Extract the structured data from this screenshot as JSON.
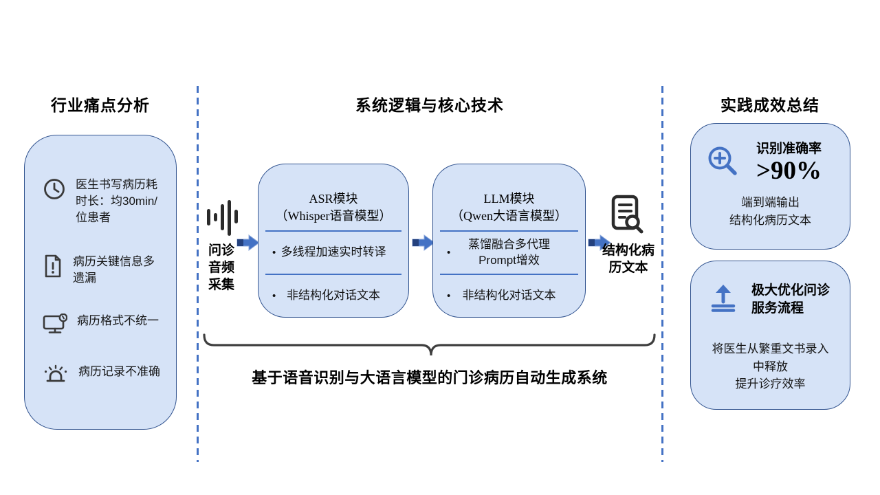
{
  "colors": {
    "accent_blue": "#4472C4",
    "panel_fill": "#D6E3F7",
    "panel_border": "#31538F",
    "arrow_tail": "#24417E",
    "dark_icon": "#3A3A3A"
  },
  "left_panel": {
    "title": "行业痛点分析",
    "items": [
      {
        "icon": "clock-icon",
        "text": "医生书写病历耗时长：均30min/位患者"
      },
      {
        "icon": "document-alert-icon",
        "text": "病历关键信息多遗漏"
      },
      {
        "icon": "monitor-clock-icon",
        "text": "病历格式不统一"
      },
      {
        "icon": "alarm-icon",
        "text": "病历记录不准确"
      }
    ]
  },
  "center_panel": {
    "title": "系统逻辑与核心技术",
    "bullet_marker": "•",
    "input_label": "问诊音频采集",
    "modules": [
      {
        "title": "ASR模块",
        "subtitle": "（Whisper语音模型）",
        "bullets": [
          "多线程加速实时转译",
          "非结构化对话文本"
        ]
      },
      {
        "title": "LLM模块",
        "subtitle": "（Qwen大语言模型）",
        "bullets": [
          "蒸馏融合多代理Prompt增效",
          "非结构化对话文本"
        ]
      }
    ],
    "output_label": "结构化病历文本",
    "caption": "基于语音识别与大语言模型的门诊病历自动生成系统"
  },
  "right_panel": {
    "title": "实践成效总结",
    "cards": [
      {
        "icon": "zoom-in-icon",
        "heading": "识别准确率",
        "metric": ">90%",
        "description": "端到端输出\n结构化病历文本"
      },
      {
        "icon": "upload-icon",
        "heading": "极大优化问诊服务流程",
        "description": "将医生从繁重文书录入\n中释放\n提升诊疗效率"
      }
    ]
  }
}
